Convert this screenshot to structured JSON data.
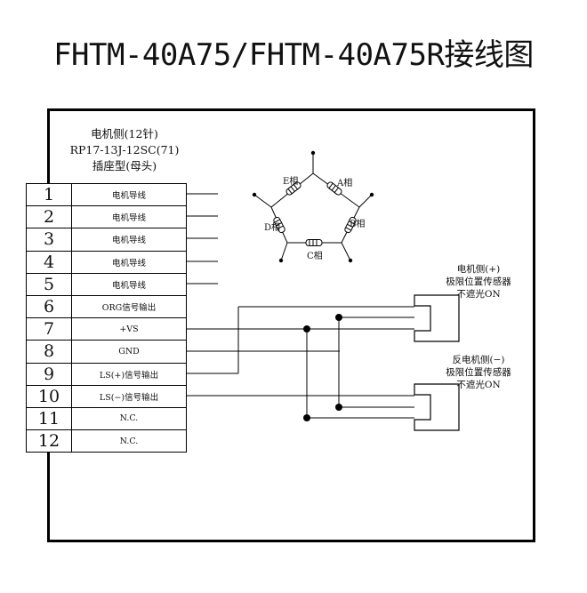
{
  "title": "FHTM-40A75/FHTM-40A75R接线图",
  "connector": {
    "line1": "电机侧(12针)",
    "line2": "RP17-13J-12SC(71)",
    "line3": "插座型(母头)"
  },
  "pins": [
    {
      "num": "1",
      "signal": "电机导线"
    },
    {
      "num": "2",
      "signal": "电机导线"
    },
    {
      "num": "3",
      "signal": "电机导线"
    },
    {
      "num": "4",
      "signal": "电机导线"
    },
    {
      "num": "5",
      "signal": "电机导线"
    },
    {
      "num": "6",
      "signal": "ORG信号输出"
    },
    {
      "num": "7",
      "signal": "+VS"
    },
    {
      "num": "8",
      "signal": "GND"
    },
    {
      "num": "9",
      "signal": "LS(+)信号输出"
    },
    {
      "num": "10",
      "signal": "LS(−)信号输出"
    },
    {
      "num": "11",
      "signal": "N.C."
    },
    {
      "num": "12",
      "signal": "N.C."
    }
  ],
  "phases": {
    "a": "A相",
    "b": "B相",
    "c": "C相",
    "d": "D相",
    "e": "E相"
  },
  "sensor_plus": {
    "line1": "电机侧(+)",
    "line2": "极限位置传感器",
    "line3": "不遮光ON"
  },
  "sensor_minus": {
    "line1": "反电机侧(−)",
    "line2": "极限位置传感器",
    "line3": "不遮光ON"
  }
}
